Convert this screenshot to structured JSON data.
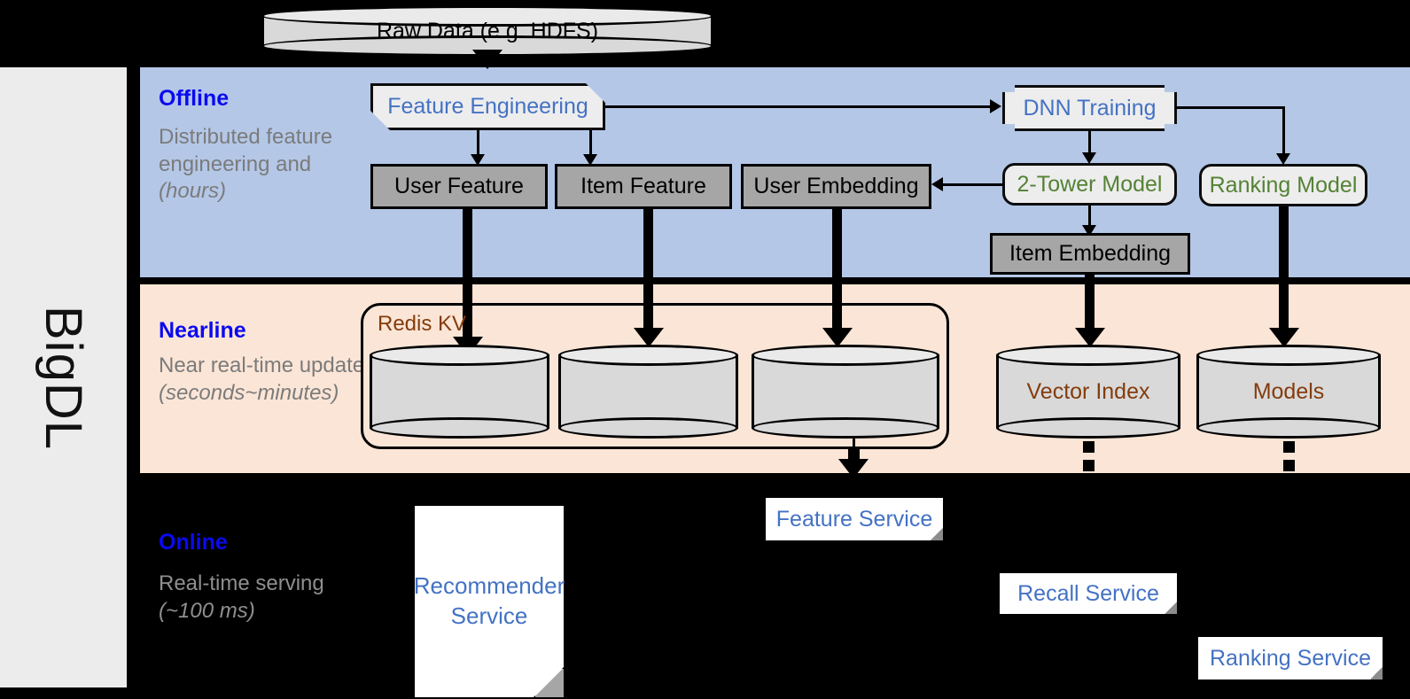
{
  "framework": {
    "name": "BigDL"
  },
  "bands": [
    {
      "id": "offline",
      "title": "Offline",
      "description": "Distributed feature engineering and ",
      "emphasis": "(hours)"
    },
    {
      "id": "nearline",
      "title": "Nearline",
      "description": "Near real-time update ",
      "emphasis": "(seconds~minutes)"
    },
    {
      "id": "online",
      "title": "Online",
      "description": "Real-time serving ",
      "emphasis": "(~100 ms)"
    }
  ],
  "source": {
    "label": "Raw Data (e.g. HDFS)"
  },
  "offline": {
    "feature_engineering": "Feature Engineering",
    "dnn_training": "DNN Training",
    "user_feature": "User Feature",
    "item_feature": "Item Feature",
    "user_embedding": "User Embedding",
    "two_tower_model": "2-Tower Model",
    "ranking_model": "Ranking Model",
    "item_embedding": "Item Embedding"
  },
  "nearline": {
    "redis_kv": "Redis KV",
    "vector_index": "Vector Index",
    "models": "Models",
    "kv_stores": [
      "",
      "",
      ""
    ]
  },
  "online": {
    "recommender_service": "Recommender Service",
    "feature_service": "Feature Service",
    "recall_service": "Recall Service",
    "ranking_service": "Ranking Service"
  },
  "colors": {
    "offline_band": "#b4c7e7",
    "nearline_band": "#fbe5d6",
    "online_band": "#000000",
    "band_title": "#0a0af0",
    "band_desc": "#7b7b7b",
    "blue_text": "#4472c4",
    "green_text": "#548235",
    "brown_text": "#843c0c",
    "gray_box": "#a6a6a6",
    "light_box": "#ededed",
    "cylinder": "#d9d9d9",
    "rail": "#ececec"
  }
}
